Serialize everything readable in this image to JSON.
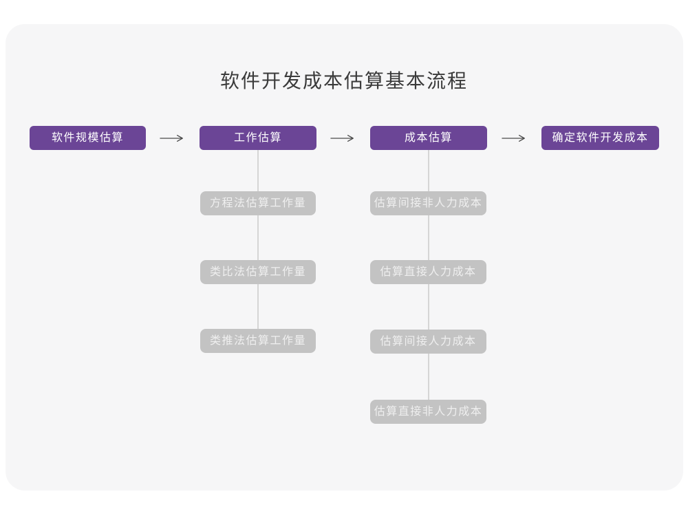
{
  "title": "软件开发成本估算基本流程",
  "colors": {
    "page_bg": "#FFFFFF",
    "card_bg": "#F6F6F7",
    "title_text": "#3A3A3A",
    "primary": "#6B4596",
    "primary_text": "#FFFFFF",
    "sub_box": "#C3C3C3",
    "sub_box_text": "#EFEFEF",
    "arrow": "#4A4A4A",
    "connector": "#D5D5D5"
  },
  "flow": {
    "main_steps": [
      {
        "label": "软件规模估算"
      },
      {
        "label": "工作估算"
      },
      {
        "label": "成本估算"
      },
      {
        "label": "确定软件开发成本"
      }
    ],
    "work_estimation_methods": [
      {
        "label": "方程法估算工作量"
      },
      {
        "label": "类比法估算工作量"
      },
      {
        "label": "类推法估算工作量"
      }
    ],
    "cost_estimation_steps": [
      {
        "label": "估算间接非人力成本"
      },
      {
        "label": "估算直接人力成本"
      },
      {
        "label": "估算间接人力成本"
      },
      {
        "label": "估算直接非人力成本"
      }
    ]
  }
}
